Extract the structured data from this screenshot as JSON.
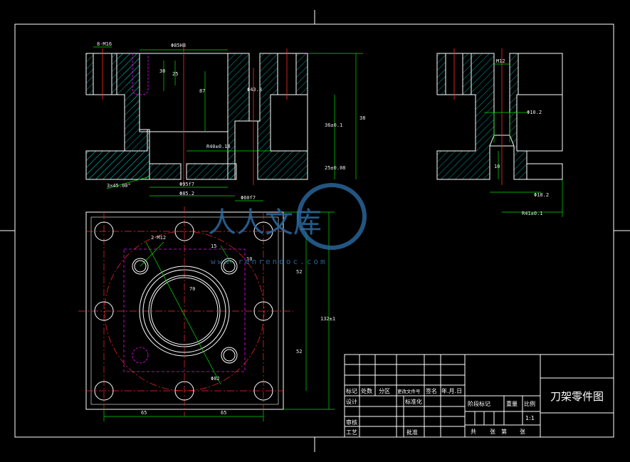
{
  "drawing": {
    "title": "刀架零件图",
    "scale": "1:1"
  },
  "title_block": {
    "row_marks": "标记",
    "row_count": "处数",
    "row_zone": "分区",
    "row_change_doc": "更改文件号",
    "row_signature": "签名",
    "row_date": "年.月.日",
    "design": "设计",
    "standardize": "标准化",
    "review": "审核",
    "process": "工艺",
    "approve": "批准",
    "stage_mark": "阶段标记",
    "weight": "重量",
    "ratio": "比例",
    "sheets_total": "共",
    "sheets_label": "张",
    "sheet_no": "第",
    "sheet_label": "张"
  },
  "dimensions": {
    "front": [
      "8-M16",
      "Φ85H8",
      "30",
      "25",
      "87",
      "Φ43.8",
      "R40±0.18",
      "38",
      "36±0.1",
      "25±0.08",
      "3×45.00°",
      "Φ95f7",
      "Φ85.2",
      "Φ60f7"
    ],
    "side": [
      "M12",
      "Φ10.2",
      "10",
      "Φ18.2",
      "R41±0.1"
    ],
    "plan": [
      "2-M12",
      "15",
      "10",
      "70",
      "52",
      "52",
      "132±1",
      "Φ82",
      "65",
      "65"
    ]
  },
  "watermark": {
    "text": "人人文库",
    "url": "www.renrendoc.com"
  },
  "colors": {
    "outline": "#ffffff",
    "hatch": "#00c8c8",
    "center": "#ff2b2b",
    "dimension": "#00e000",
    "hidden": "#ff00ff",
    "watermark": "#2b6aa0"
  }
}
